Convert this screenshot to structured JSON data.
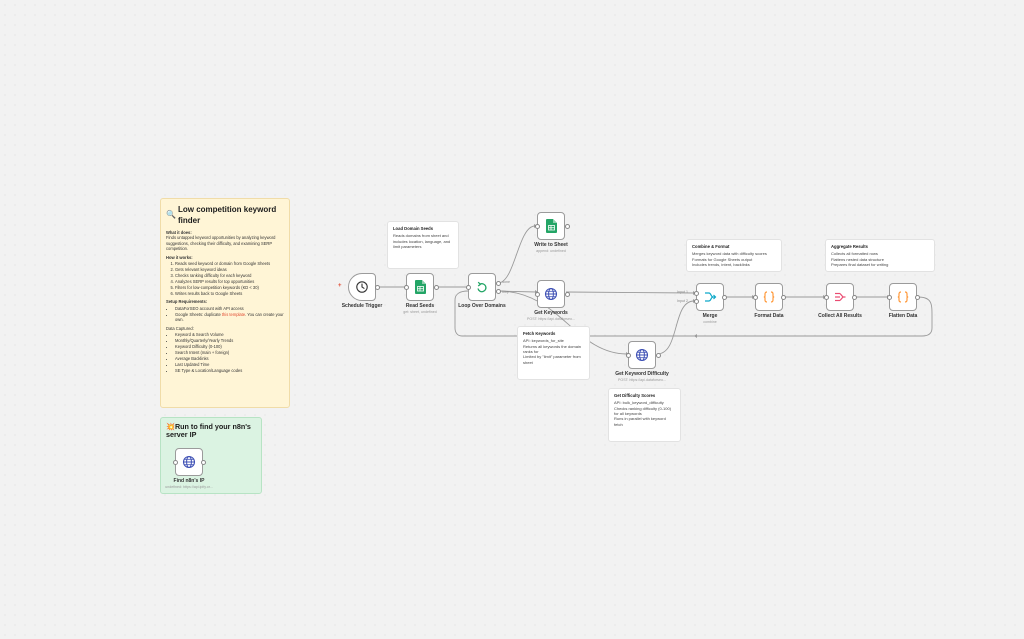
{
  "sticky_main": {
    "emoji": "🔍",
    "title": "Low competition keyword finder",
    "what_heading": "What it does:",
    "what_text": "Finds untapped keyword opportunities by analyzing keyword suggestions, checking their difficulty, and examining SERP competition.",
    "how_heading": "How it works:",
    "how_steps": [
      "Reads seed keyword or domain from Google Sheets",
      "Gets relevant keyword ideas",
      "Checks ranking difficulty for each keyword",
      "Analyzes SERP results for top opportunities",
      "Filters for low-competition keywords (KD < 30)",
      "Writes results back to Google Sheets"
    ],
    "setup_heading": "Setup Requirements:",
    "setup_item1": "DataForSEO account with API access",
    "setup_item2_pre": "Google Sheets: duplicate ",
    "setup_item2_link": "this template",
    "setup_item2_post": ". You can create your own.",
    "data_heading": "Data Captured:",
    "data_items": [
      "Keyword & Search Volume",
      "Monthly/Quarterly/Yearly Trends",
      "Keyword Difficulty (0-100)",
      "Search Intent (main + foreign)",
      "Average Backlinks",
      "Last Updated Time",
      "SE Type & Location/Language codes"
    ]
  },
  "sticky_ip": {
    "emoji": "💥",
    "title": "Run to find your n8n's server IP"
  },
  "notes": {
    "load": {
      "title": "Load Domain Seeds",
      "body": "Reads domains from sheet and includes location, language, and limit parameters"
    },
    "combine": {
      "title": "Combine & Format",
      "body": "Merges keyword data with difficulty scores\nFormats for Google Sheets output\nIncludes trends, intent, backlinks"
    },
    "aggregate": {
      "title": "Aggregate Results",
      "body": "Collects all formatted rows\nFlattens nested data structure\nPrepares final dataset for writing"
    },
    "fetch": {
      "title": "Fetch Keywords",
      "body": "API: keywords_for_site\nReturns all keywords the domain ranks for\nLimited by \"limit\" parameter from sheet"
    },
    "difficulty": {
      "title": "Get Difficulty Scores",
      "body": "API: bulk_keyword_difficulty\nChecks ranking difficulty (0-100) for all keywords\nRuns in parallel with keyword fetch"
    }
  },
  "nodes": {
    "schedule": {
      "label": "Schedule Trigger"
    },
    "read": {
      "label": "Read Seeds",
      "sub": "get: sheet, undefined"
    },
    "loop": {
      "label": "Loop Over Domains",
      "port_done": "done",
      "port_loop": "loop"
    },
    "write": {
      "label": "Write to Sheet",
      "sub": "append: undefined"
    },
    "getkw": {
      "label": "Get Keywords",
      "sub": "POST: https://api.dataforseo..."
    },
    "difficulty": {
      "label": "Get Keyword Difficulty",
      "sub": "POST: https://api.dataforseo..."
    },
    "merge": {
      "label": "Merge",
      "sub": "combine",
      "port1": "Input 1",
      "port2": "Input 2"
    },
    "format": {
      "label": "Format Data"
    },
    "collect": {
      "label": "Collect All Results"
    },
    "flatten": {
      "label": "Flatten Data"
    },
    "findip": {
      "label": "Find n8n's IP",
      "sub": "undefined: https://api.ipify.or..."
    }
  },
  "colors": {
    "sheets_green": "#23a566",
    "http_blue": "#3f51b5",
    "code_orange": "#ff9a3c",
    "aggregate_red": "#ea4b71",
    "merge_teal": "#0fa9c9",
    "edge_gray": "#9a9a9a"
  },
  "icons": {
    "schedule": "clock-icon",
    "sheets": "google-sheets-icon",
    "loop": "loop-icon",
    "http": "globe-icon",
    "merge": "merge-icon",
    "code": "curly-braces-icon",
    "aggregate": "aggregate-icon"
  }
}
